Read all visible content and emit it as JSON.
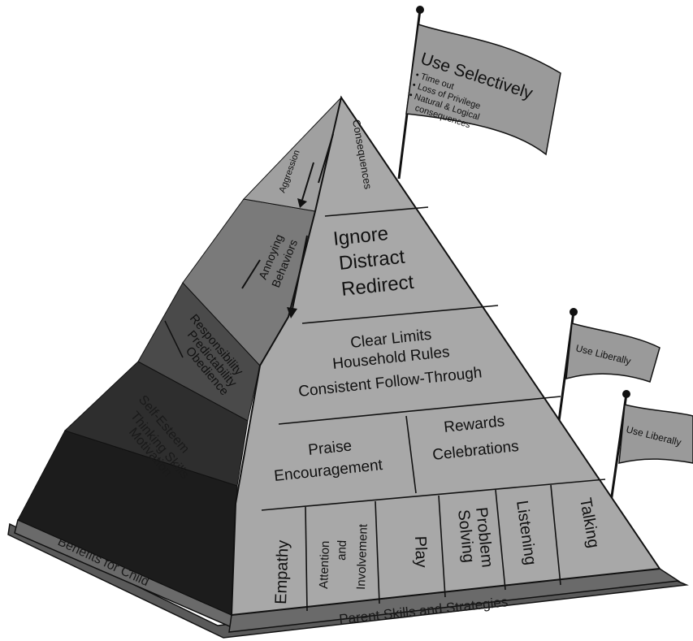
{
  "flags": {
    "top": {
      "title": "Use Selectively",
      "items": [
        "• Time out",
        "• Loss of Privilege",
        "• Natural & Logical",
        "consequences"
      ]
    },
    "middle": {
      "label": "Use Liberally"
    },
    "bottom": {
      "label": "Use Liberally"
    }
  },
  "apex_labels": {
    "consequences": "Consequences",
    "aggression": "Aggression",
    "annoying": [
      "Annoying",
      "Behaviors"
    ]
  },
  "left_face": {
    "responsibility": [
      "Responsibility",
      "Predictability",
      "Obedience"
    ],
    "thinking": [
      "Self-Esteem",
      "Thinking Skills",
      "Motivation"
    ],
    "base_label": "Benefits for Child"
  },
  "right_face": {
    "tier_ignore": [
      "Ignore",
      "Distract",
      "Redirect"
    ],
    "tier_limits": [
      "Clear Limits",
      "Household Rules",
      "Consistent Follow-Through"
    ],
    "praise": [
      "Praise",
      "Encouragement"
    ],
    "rewards": [
      "Rewards",
      "Celebrations"
    ],
    "foundation": [
      "Empathy",
      "Attention",
      "and",
      "Involvement",
      "Play",
      "Problem",
      "Solving",
      "Listening",
      "Talking"
    ],
    "base_label": "Parent Skills and Strategies"
  },
  "colors": {
    "right_face": "#a8a8a8",
    "left_light": "#7a7a7a",
    "left_mid": "#4a4a4a",
    "left_dark": "#2e2e2e",
    "left_darkest": "#1c1c1c",
    "base_band": "#6a6a6a",
    "flag": "#9a9a9a"
  }
}
